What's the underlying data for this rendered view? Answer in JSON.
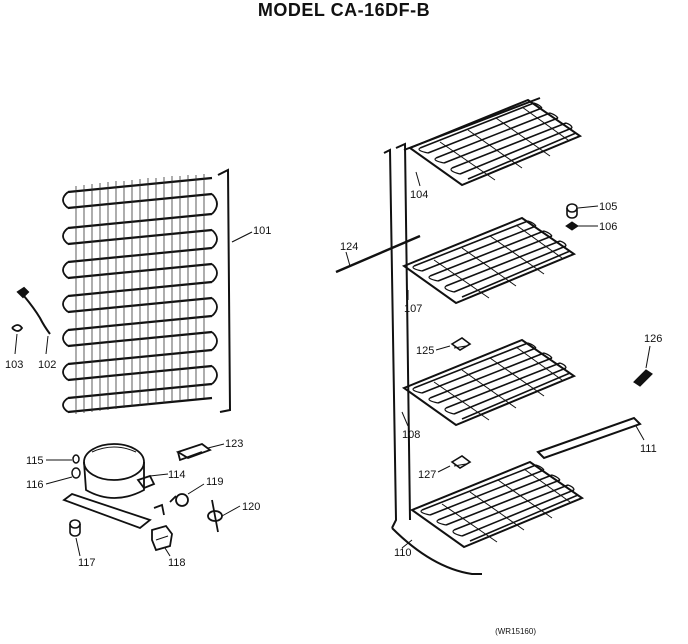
{
  "title": "MODEL CA-16DF-B",
  "footer_code": "(WR15160)",
  "callouts": {
    "p101": "101",
    "p102": "102",
    "p103": "103",
    "p104": "104",
    "p105": "105",
    "p106": "106",
    "p107": "107",
    "p108": "108",
    "p110": "110",
    "p111": "111",
    "p114": "114",
    "p115": "115",
    "p116": "116",
    "p117": "117",
    "p118": "118",
    "p119": "119",
    "p120": "120",
    "p123": "123",
    "p124": "124",
    "p125": "125",
    "p126": "126",
    "p127": "127"
  }
}
